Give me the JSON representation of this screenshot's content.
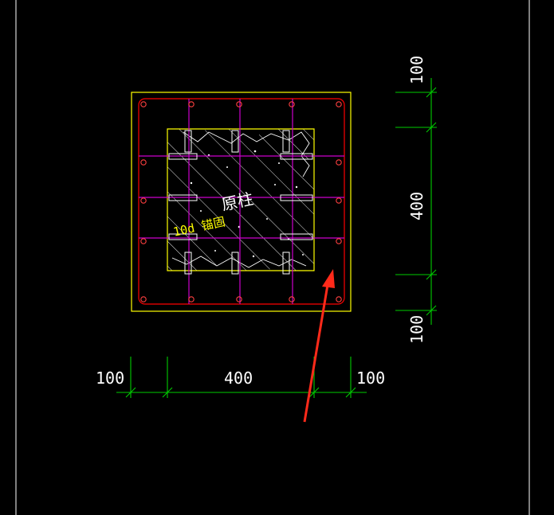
{
  "colors": {
    "background": "#000000",
    "frame": "#ffffff",
    "outer_square": "#ffff00",
    "hoop": "#ff0000",
    "tie": "#cc00cc",
    "column": "#ffff00",
    "dimension": "#00cc00",
    "dim_text": "#ffffff",
    "arrow": "#ff2a1a"
  },
  "labels": {
    "column": "原柱",
    "anchorage": "10d 锚固"
  },
  "dimensions": {
    "top_offset": "100",
    "middle_span": "400",
    "bottom_offset": "100",
    "left_offset": "100",
    "center_span": "400",
    "right_offset": "100"
  }
}
